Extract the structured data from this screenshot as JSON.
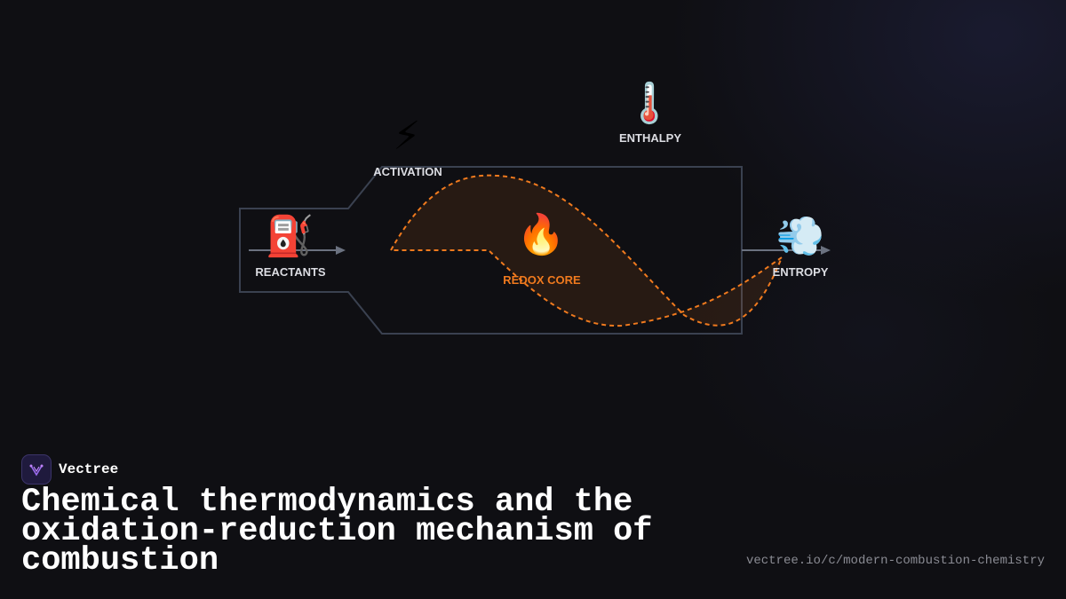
{
  "brand": {
    "name": "Vectree",
    "logo_icon": "vectree-logo-icon"
  },
  "title": "Chemical thermodynamics and the oxidation-reduction mechanism of combustion",
  "url": "vectree.io/c/modern-combustion-chemistry",
  "diagram": {
    "nodes": [
      {
        "id": "reactants",
        "label": "REACTANTS",
        "icon": "⛽",
        "icon_name": "fuel-pump-icon"
      },
      {
        "id": "activation",
        "label": "ACTIVATION",
        "icon": "⚡",
        "icon_name": "lightning-icon"
      },
      {
        "id": "enthalpy",
        "label": "ENTHALPY",
        "icon": "🌡️",
        "icon_name": "thermometer-icon"
      },
      {
        "id": "redox",
        "label": "REDOX CORE",
        "icon": "🔥",
        "icon_name": "fire-icon"
      },
      {
        "id": "entropy",
        "label": "ENTROPY",
        "icon": "💨",
        "icon_name": "wind-gust-icon"
      }
    ]
  },
  "colors": {
    "background": "#0f0f13",
    "outline": "#3a4150",
    "accent": "#f07a1e",
    "label": "#dcdde3",
    "url": "#8a8b93"
  }
}
